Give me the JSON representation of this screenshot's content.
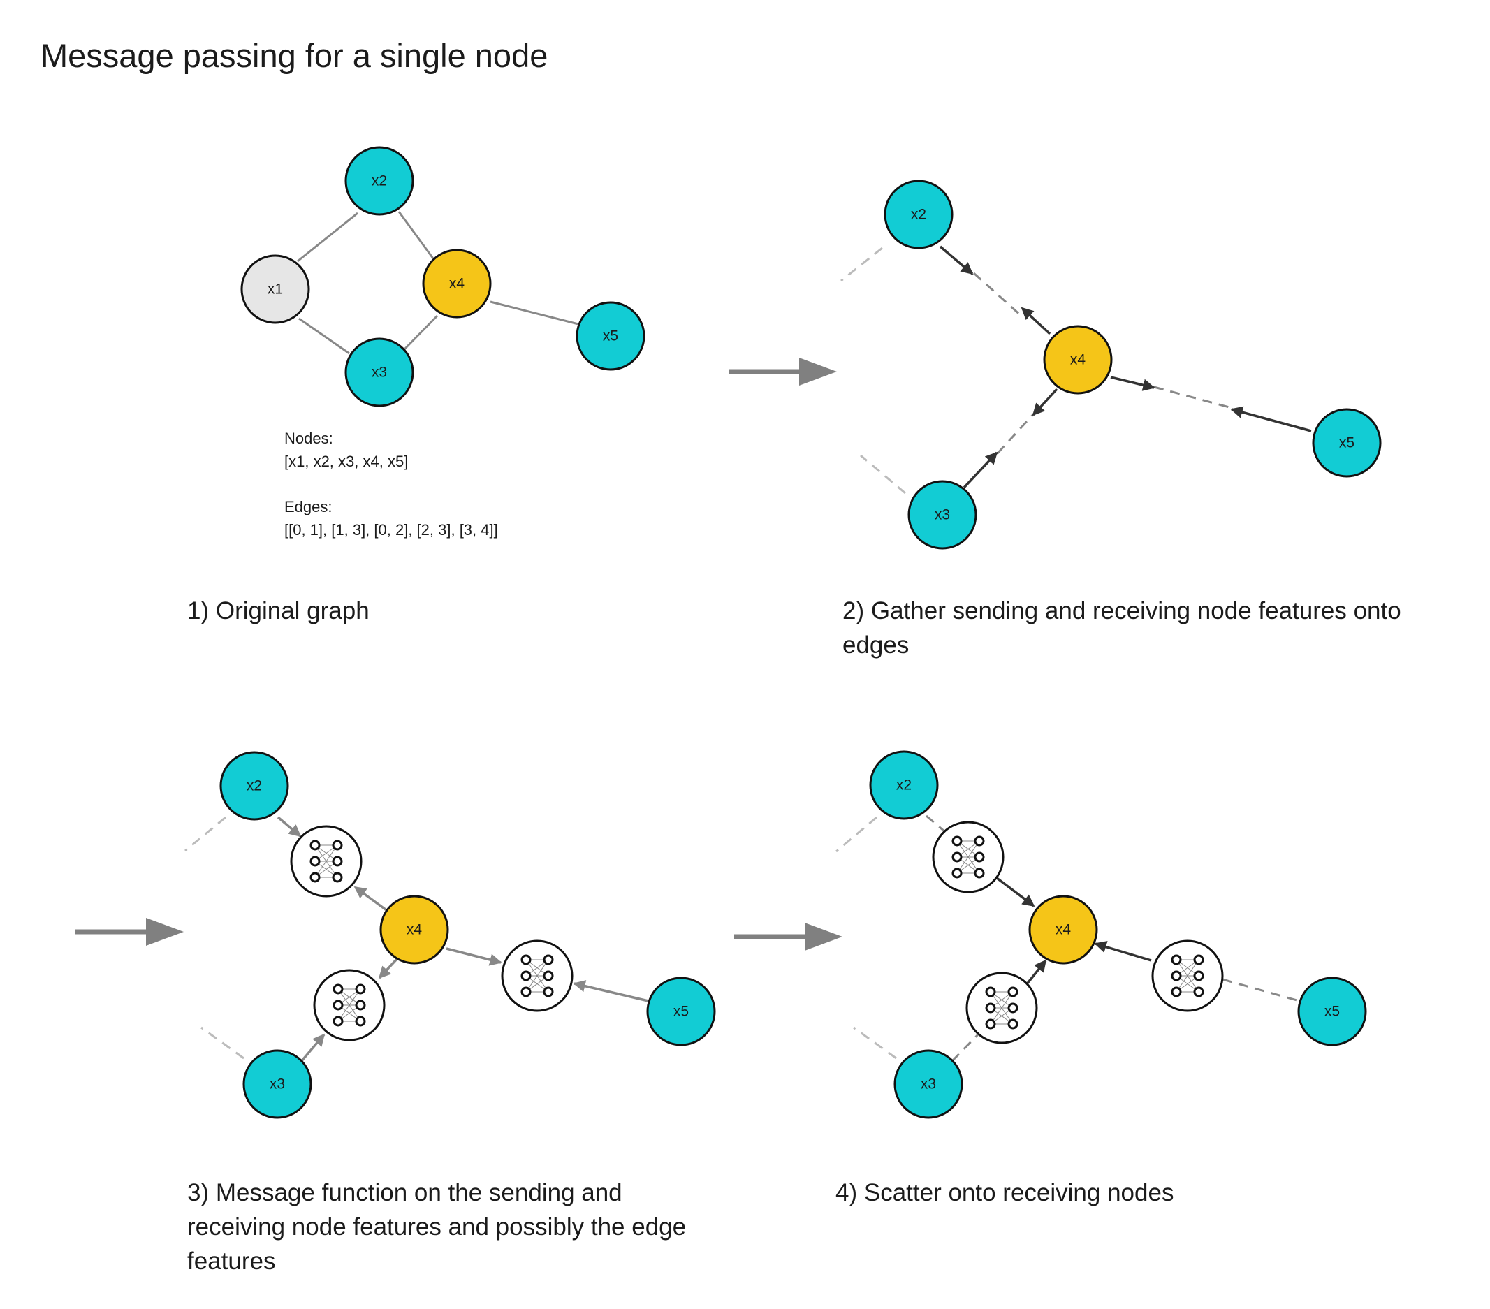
{
  "title": "Message passing for a single node",
  "colors": {
    "sender_node": "#12CCD4",
    "center_node": "#F5C518",
    "original_node": "#E6E6E6",
    "edge_gray": "#888888",
    "dashed_gray": "#AAAAAA",
    "arrow_dark": "#333333",
    "stroke": "#111111"
  },
  "panel1": {
    "caption": "1) Original graph",
    "nodes_heading": "Nodes:",
    "nodes_list": "[x1, x2, x3, x4, x5]",
    "edges_heading": "Edges:",
    "edges_list": "[[0, 1], [1, 3], [0, 2], [2, 3], [3, 4]]",
    "nodes": {
      "x1": "x1",
      "x2": "x2",
      "x3": "x3",
      "x4": "x4",
      "x5": "x5"
    }
  },
  "panel2": {
    "caption_line1": "2) Gather sending and receiving node features onto",
    "caption_line2": "edges",
    "nodes": {
      "x2": "x2",
      "x3": "x3",
      "x4": "x4",
      "x5": "x5"
    }
  },
  "panel3": {
    "caption_line1": "3) Message function on the sending and",
    "caption_line2": "receiving node features and possibly the edge",
    "caption_line3": "features",
    "nodes": {
      "x2": "x2",
      "x3": "x3",
      "x4": "x4",
      "x5": "x5"
    }
  },
  "panel4": {
    "caption": "4) Scatter onto receiving nodes",
    "nodes": {
      "x2": "x2",
      "x3": "x3",
      "x4": "x4",
      "x5": "x5"
    }
  }
}
